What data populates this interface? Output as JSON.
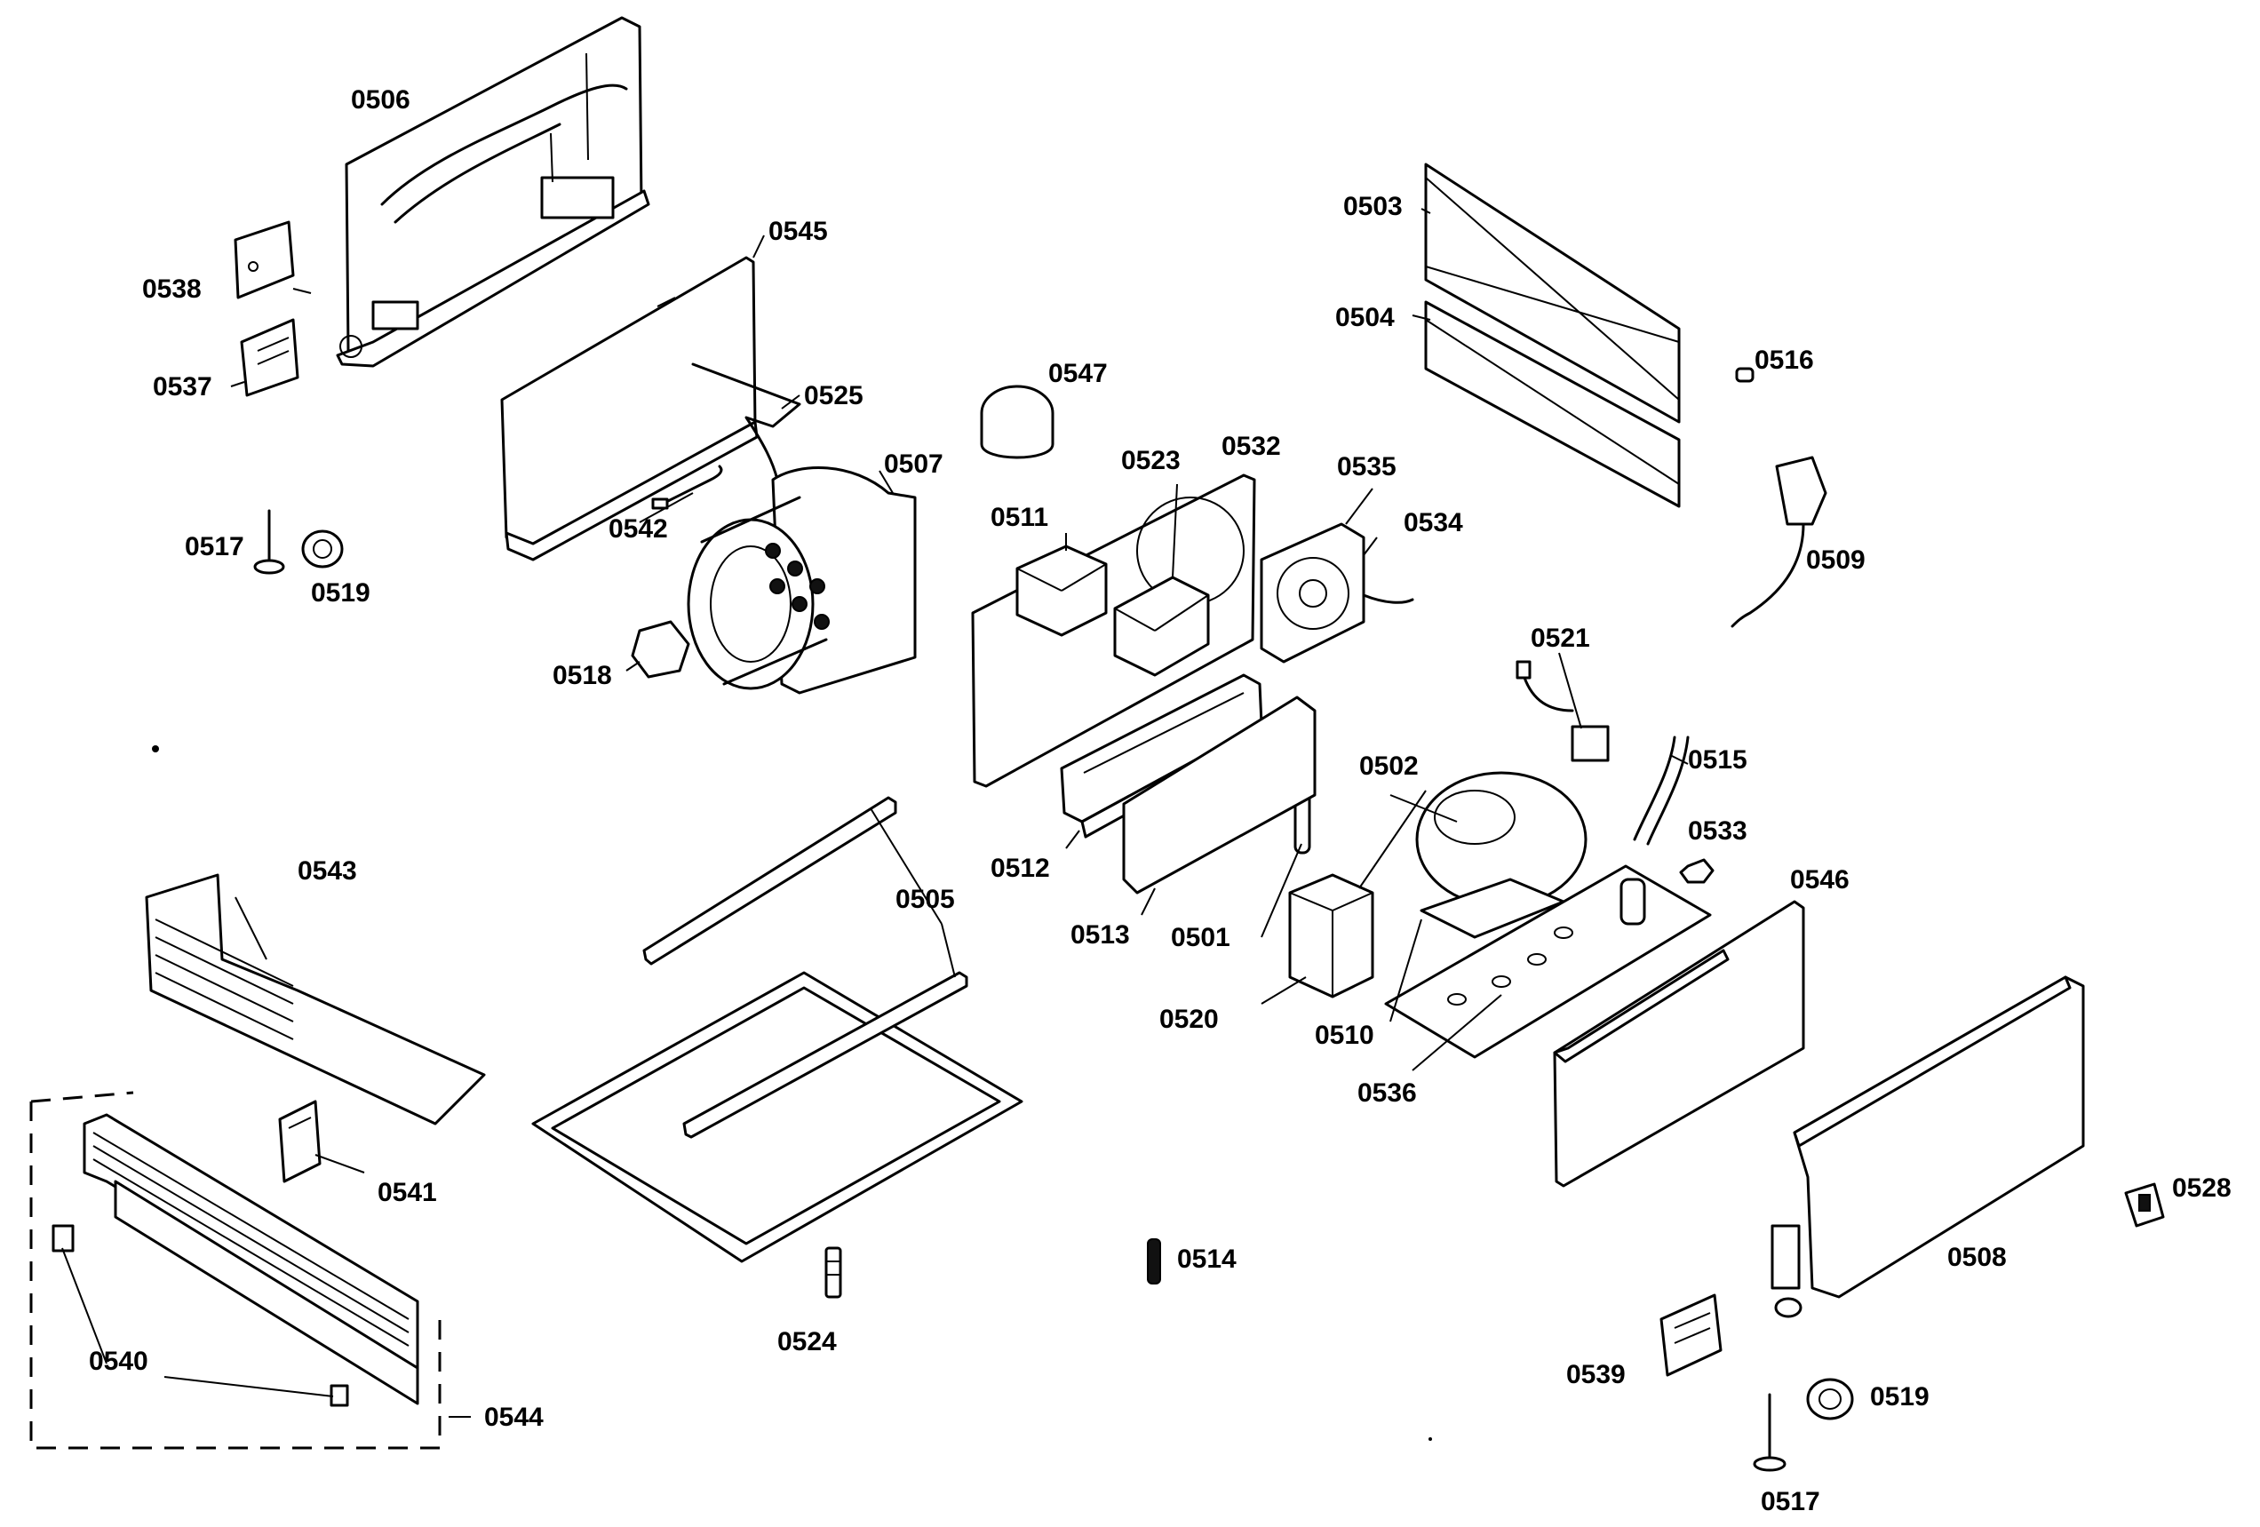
{
  "parts": [
    {
      "id": "p0506",
      "number": "0506"
    },
    {
      "id": "p0538",
      "number": "0538"
    },
    {
      "id": "p0537",
      "number": "0537"
    },
    {
      "id": "p0545",
      "number": "0545"
    },
    {
      "id": "p0525",
      "number": "0525"
    },
    {
      "id": "p0507",
      "number": "0507"
    },
    {
      "id": "p0542",
      "number": "0542"
    },
    {
      "id": "p0517a",
      "number": "0517"
    },
    {
      "id": "p0519a",
      "number": "0519"
    },
    {
      "id": "p0518",
      "number": "0518"
    },
    {
      "id": "p0547",
      "number": "0547"
    },
    {
      "id": "p0523",
      "number": "0523"
    },
    {
      "id": "p0532",
      "number": "0532"
    },
    {
      "id": "p0511",
      "number": "0511"
    },
    {
      "id": "p0535",
      "number": "0535"
    },
    {
      "id": "p0534",
      "number": "0534"
    },
    {
      "id": "p0503",
      "number": "0503"
    },
    {
      "id": "p0504",
      "number": "0504"
    },
    {
      "id": "p0516",
      "number": "0516"
    },
    {
      "id": "p0509",
      "number": "0509"
    },
    {
      "id": "p0521",
      "number": "0521"
    },
    {
      "id": "p0515",
      "number": "0515"
    },
    {
      "id": "p0502",
      "number": "0502"
    },
    {
      "id": "p0533",
      "number": "0533"
    },
    {
      "id": "p0546",
      "number": "0546"
    },
    {
      "id": "p0512",
      "number": "0512"
    },
    {
      "id": "p0513",
      "number": "0513"
    },
    {
      "id": "p0501",
      "number": "0501"
    },
    {
      "id": "p0520",
      "number": "0520"
    },
    {
      "id": "p0510",
      "number": "0510"
    },
    {
      "id": "p0536",
      "number": "0536"
    },
    {
      "id": "p0543",
      "number": "0543"
    },
    {
      "id": "p0505",
      "number": "0505"
    },
    {
      "id": "p0541",
      "number": "0541"
    },
    {
      "id": "p0514",
      "number": "0514"
    },
    {
      "id": "p0524",
      "number": "0524"
    },
    {
      "id": "p0540",
      "number": "0540"
    },
    {
      "id": "p0544",
      "number": "0544"
    },
    {
      "id": "p0508",
      "number": "0508"
    },
    {
      "id": "p0528",
      "number": "0528"
    },
    {
      "id": "p0539",
      "number": "0539"
    },
    {
      "id": "p0519b",
      "number": "0519"
    },
    {
      "id": "p0517b",
      "number": "0517"
    }
  ]
}
